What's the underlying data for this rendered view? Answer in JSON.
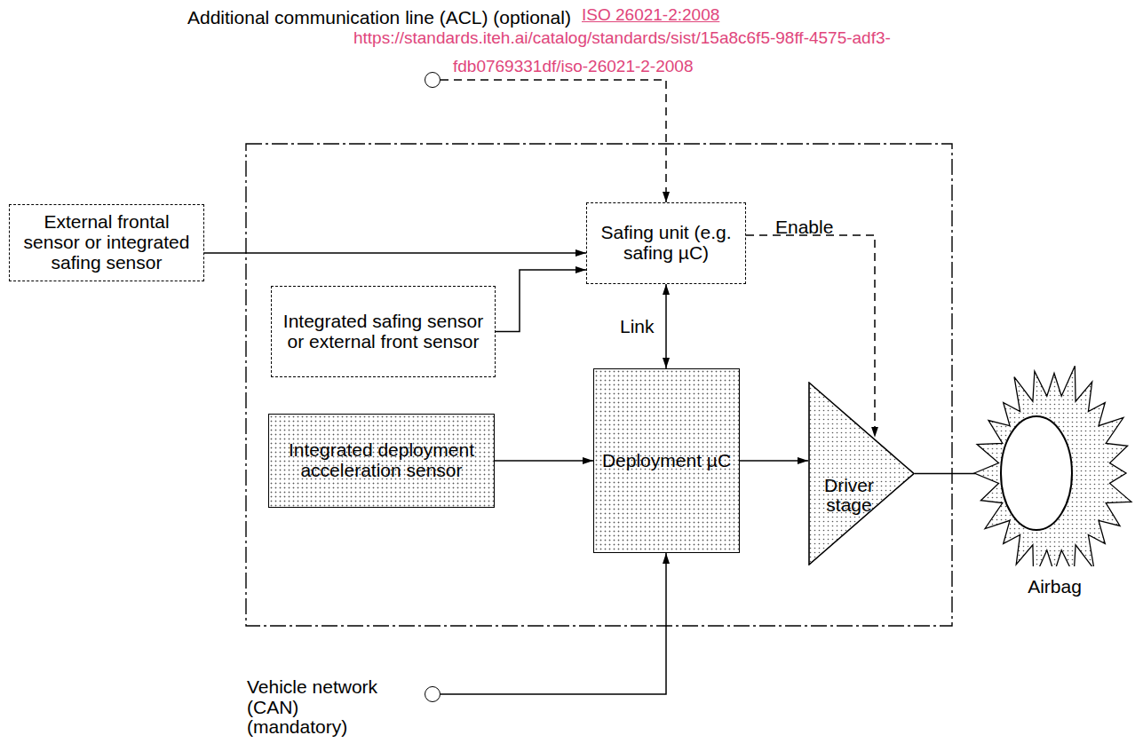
{
  "diagram": {
    "nodes": [
      {
        "text": [
          "External frontal sensor or integrated safing sensor"
        ]
      },
      {
        "text": [
          "Safing unit (e.g. safing µC)"
        ]
      },
      {
        "text": [
          "Integrated safing sensor or external front sensor"
        ]
      },
      {
        "text": [
          "Integrated deployment acceleration sensor"
        ]
      },
      {
        "text": [
          "Deployment µC"
        ]
      },
      {
        "text": [
          "Driver stage"
        ]
      },
      {
        "text": [
          "Airbag"
        ]
      },
      {
        "text": [
          "Additional communication line (ACL) (optional)"
        ]
      },
      {
        "text": [
          "Vehicle network (CAN) (mandatory)"
        ]
      }
    ],
    "edges": [
      {
        "from": 7,
        "to": 1,
        "arrow": "to"
      },
      {
        "from": 0,
        "to": 1,
        "arrow": "to"
      },
      {
        "from": 2,
        "to": 1,
        "arrow": "to"
      },
      {
        "from": 1,
        "to": 4,
        "label": "Link",
        "arrow": "both"
      },
      {
        "from": 3,
        "to": 4,
        "arrow": "to"
      },
      {
        "from": 4,
        "to": 5,
        "arrow": "to"
      },
      {
        "from": 1,
        "to": 5,
        "label": "Enable",
        "arrow": "to"
      },
      {
        "from": 5,
        "to": 6,
        "arrow": "none"
      },
      {
        "from": 8,
        "to": 4,
        "arrow": "to"
      }
    ],
    "labels": [
      "ISO 26021-2:2008",
      "https://standards.iteh.ai/catalog/standards/sist/15a8c6f5-98ff-4575-adf3-",
      "fdb0769331df/iso-26021-2-2008"
    ]
  }
}
